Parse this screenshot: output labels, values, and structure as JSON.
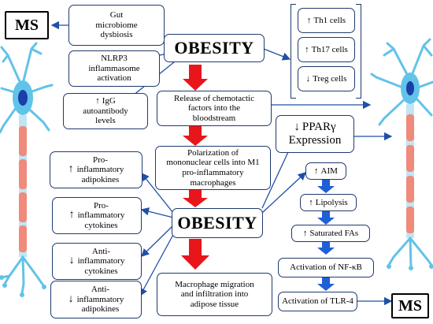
{
  "nodes": {
    "ms_top": "MS",
    "ms_bottom": "MS",
    "gut": "Gut\nmicrobiome\ndysbiosis",
    "nlrp3": "NLRP3\ninflammasome\nactivation",
    "igg_line1": "IgG",
    "igg_rest": "autoantibody\nlevels",
    "obesity_top": "OBESITY",
    "obesity_mid": "OBESITY",
    "th1": "Th1 cells",
    "th17": "Th17 cells",
    "treg": "Treg cells",
    "release": "Release of chemotactic\nfactors into the\nbloodstream",
    "ppar_line1": "PPARγ",
    "ppar_line2": "Expression",
    "polarization": "Polarization of\nmononuclear cells into M1\npro-inflammatory\nmacrophages",
    "pro_adipokines": "Pro-\ninflammatory\nadipokines",
    "pro_cytokines": "Pro-\ninflammatory\ncytokines",
    "anti_cytokines": "Anti-\ninflammatory\ncytokines",
    "anti_adipokines": "Anti-\ninflammatory\nadipokines",
    "aim": "AIM",
    "lipolysis": "Lipolysis",
    "saturated": "Saturated FAs",
    "nfkb": "Activation of NF-κB",
    "tlr4": "Activation of TLR-4",
    "macrophage": "Macrophage migration\nand infiltration into\nadipose tissue"
  },
  "colors": {
    "connector": "#1f4fa8",
    "red_arrow": "#e8161a",
    "blue_arrow": "#1f5fd6",
    "box_border": "#1f3a6e",
    "neuron_body": "#62c3e8",
    "axon_segment": "#f08a7a"
  },
  "icons": [
    "neuron-left-icon",
    "neuron-right-icon"
  ]
}
